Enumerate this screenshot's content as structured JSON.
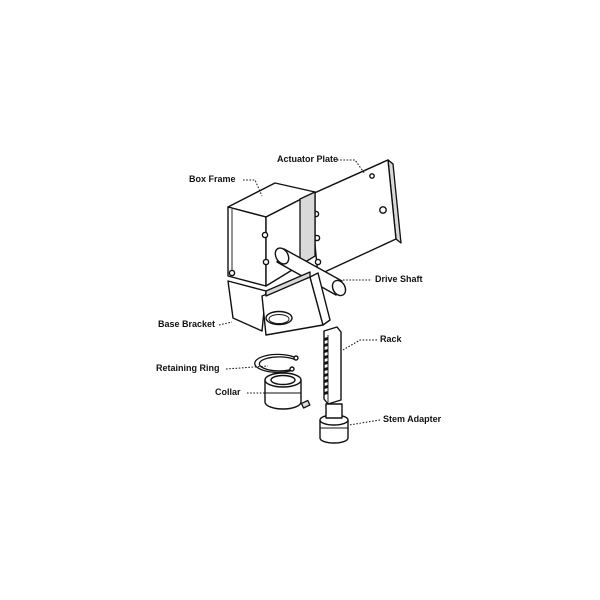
{
  "labels": {
    "actuator_plate": "Actuator Plate",
    "box_frame": "Box Frame",
    "drive_shaft": "Drive Shaft",
    "base_bracket": "Base Bracket",
    "rack": "Rack",
    "retaining_ring": "Retaining Ring",
    "collar": "Collar",
    "stem_adapter": "Stem Adapter"
  },
  "colors": {
    "line": "#111111",
    "background": "#ffffff",
    "shade": "#d9d9d9"
  }
}
